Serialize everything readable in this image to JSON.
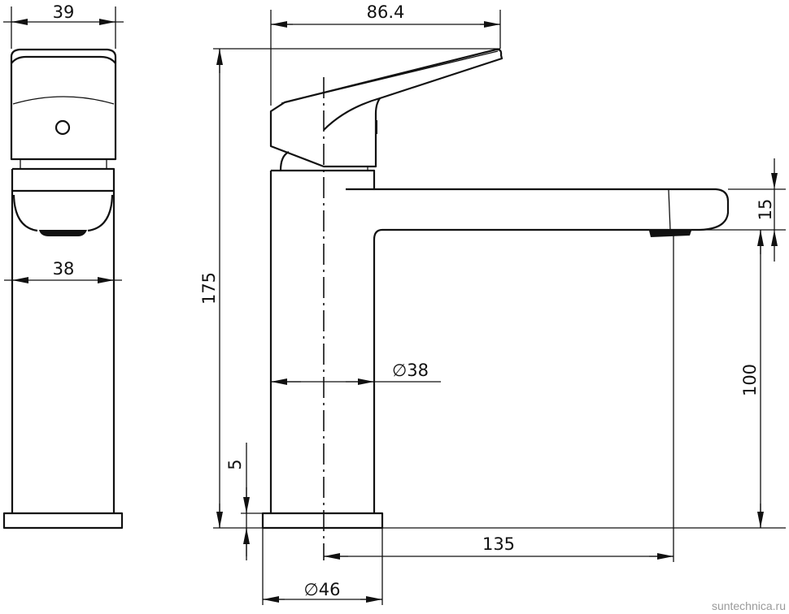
{
  "front_view": {
    "handle_width": "39",
    "body_width": "38"
  },
  "side_view": {
    "handle_reach": "86.4",
    "total_height": "175",
    "spout_thickness": "15",
    "spout_height": "100",
    "body_diameter": "∅38",
    "base_height": "5",
    "spout_projection": "135",
    "base_diameter": "∅46"
  },
  "watermark": "suntechnica.ru"
}
